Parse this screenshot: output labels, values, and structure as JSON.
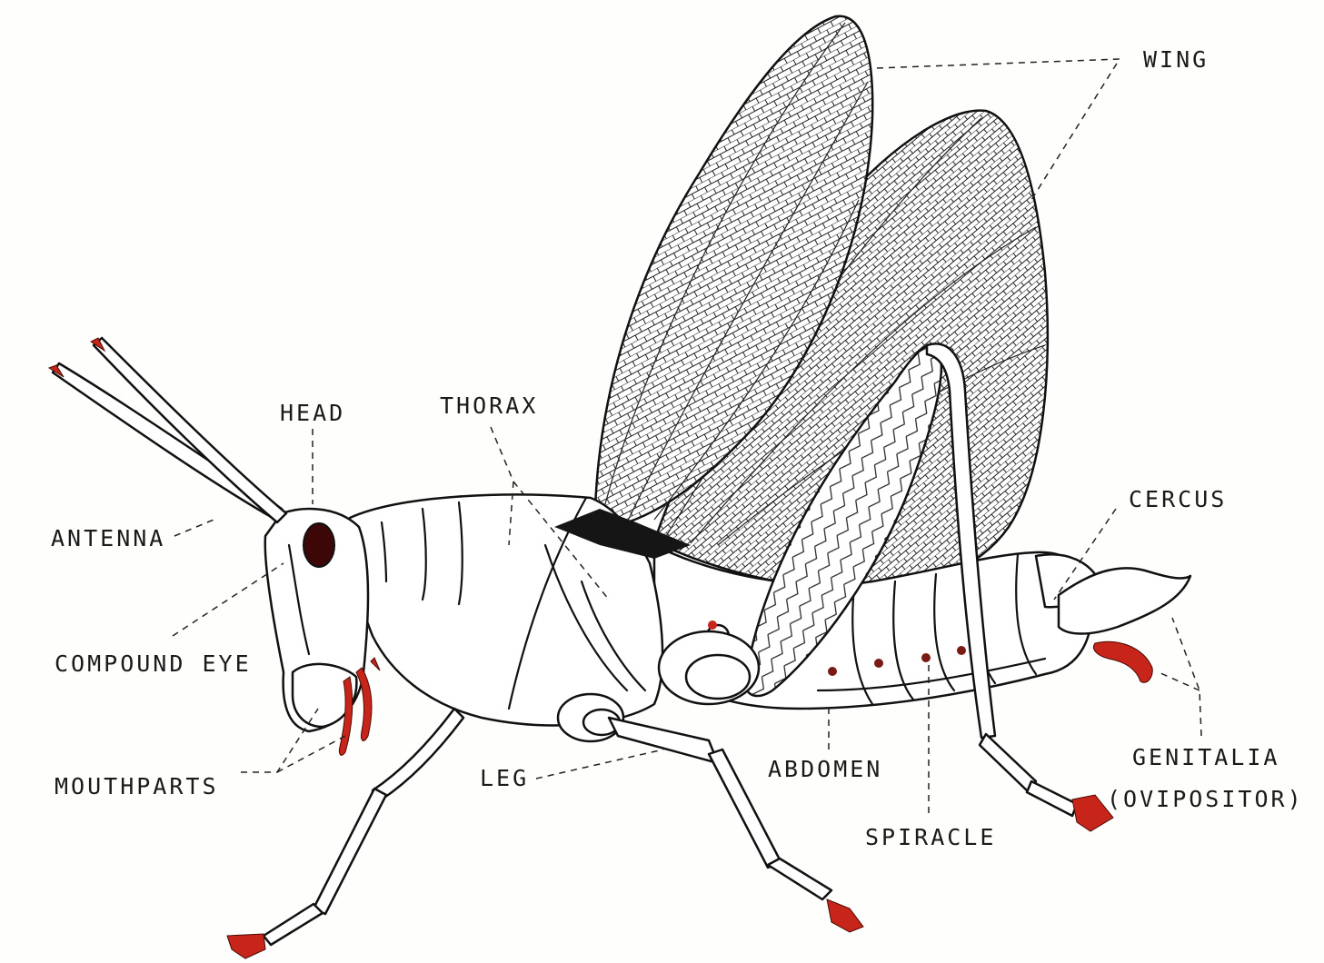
{
  "diagram": {
    "labels": {
      "wing": "WING",
      "head": "HEAD",
      "thorax": "THORAX",
      "cercus": "CERCUS",
      "antenna": "ANTENNA",
      "compound_eye": "COMPOUND EYE",
      "mouthparts": "MOUTHPARTS",
      "leg": "LEG",
      "abdomen": "ABDOMEN",
      "spiracle": "SPIRACLE",
      "genitalia": "GENITALIA",
      "ovipositor": "(OVIPOSITOR)"
    },
    "colors": {
      "ink": "#111111",
      "accent": "#c8251a",
      "paper": "#fefefc"
    }
  }
}
